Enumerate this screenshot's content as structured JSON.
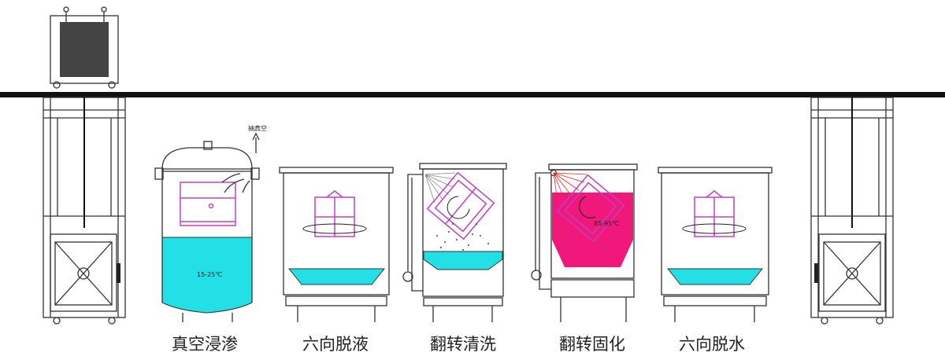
{
  "stages": [
    {
      "label": "真空浸渗",
      "temperature": "15-25℃",
      "note": "抽真空",
      "liquid_color": "#22e0e6"
    },
    {
      "label": "六向脱液"
    },
    {
      "label": "翻转清洗"
    },
    {
      "label": "翻转固化",
      "temperature": "85-95℃",
      "liquid_color": "#f0187a"
    },
    {
      "label": "六向脱水"
    }
  ],
  "colors": {
    "rail": "#111111",
    "basket": "#c040c0",
    "spray": "#ff2020",
    "water": "#22e0e6"
  }
}
